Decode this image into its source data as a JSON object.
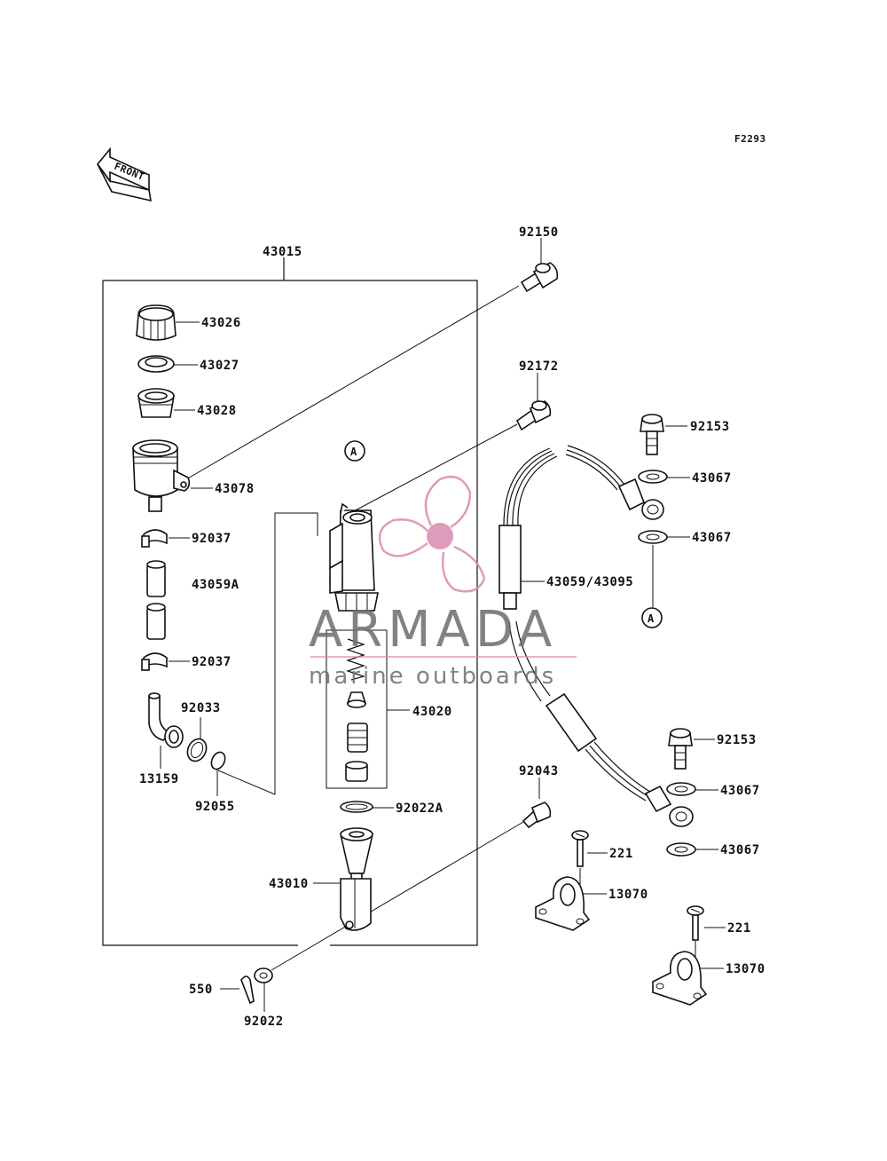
{
  "figure_code": "F2293",
  "front_label": "FRONT",
  "callout_letter": "A",
  "watermark": {
    "brand": "ARMADA",
    "tagline": "marine outboards",
    "accent": "#d98bb0",
    "text_color": "#6d6d6d"
  },
  "labels": {
    "p43015": "43015",
    "p92150": "92150",
    "p43026": "43026",
    "p43027": "43027",
    "p92172": "92172",
    "p43028": "43028",
    "p92153a": "92153",
    "p43078": "43078",
    "p43067a": "43067",
    "p43067b": "43067",
    "p92037a": "92037",
    "p43059a": "43059A",
    "p43059_43095": "43059/43095",
    "p92037b": "92037",
    "p92033": "92033",
    "p43020": "43020",
    "p92153b": "92153",
    "p13159": "13159",
    "p43067c": "43067",
    "p92055": "92055",
    "p92043": "92043",
    "p92022a": "92022A",
    "p43067d": "43067",
    "p221a": "221",
    "p43010": "43010",
    "p13070a": "13070",
    "p221b": "221",
    "p13070b": "13070",
    "p550": "550",
    "p92022": "92022"
  }
}
